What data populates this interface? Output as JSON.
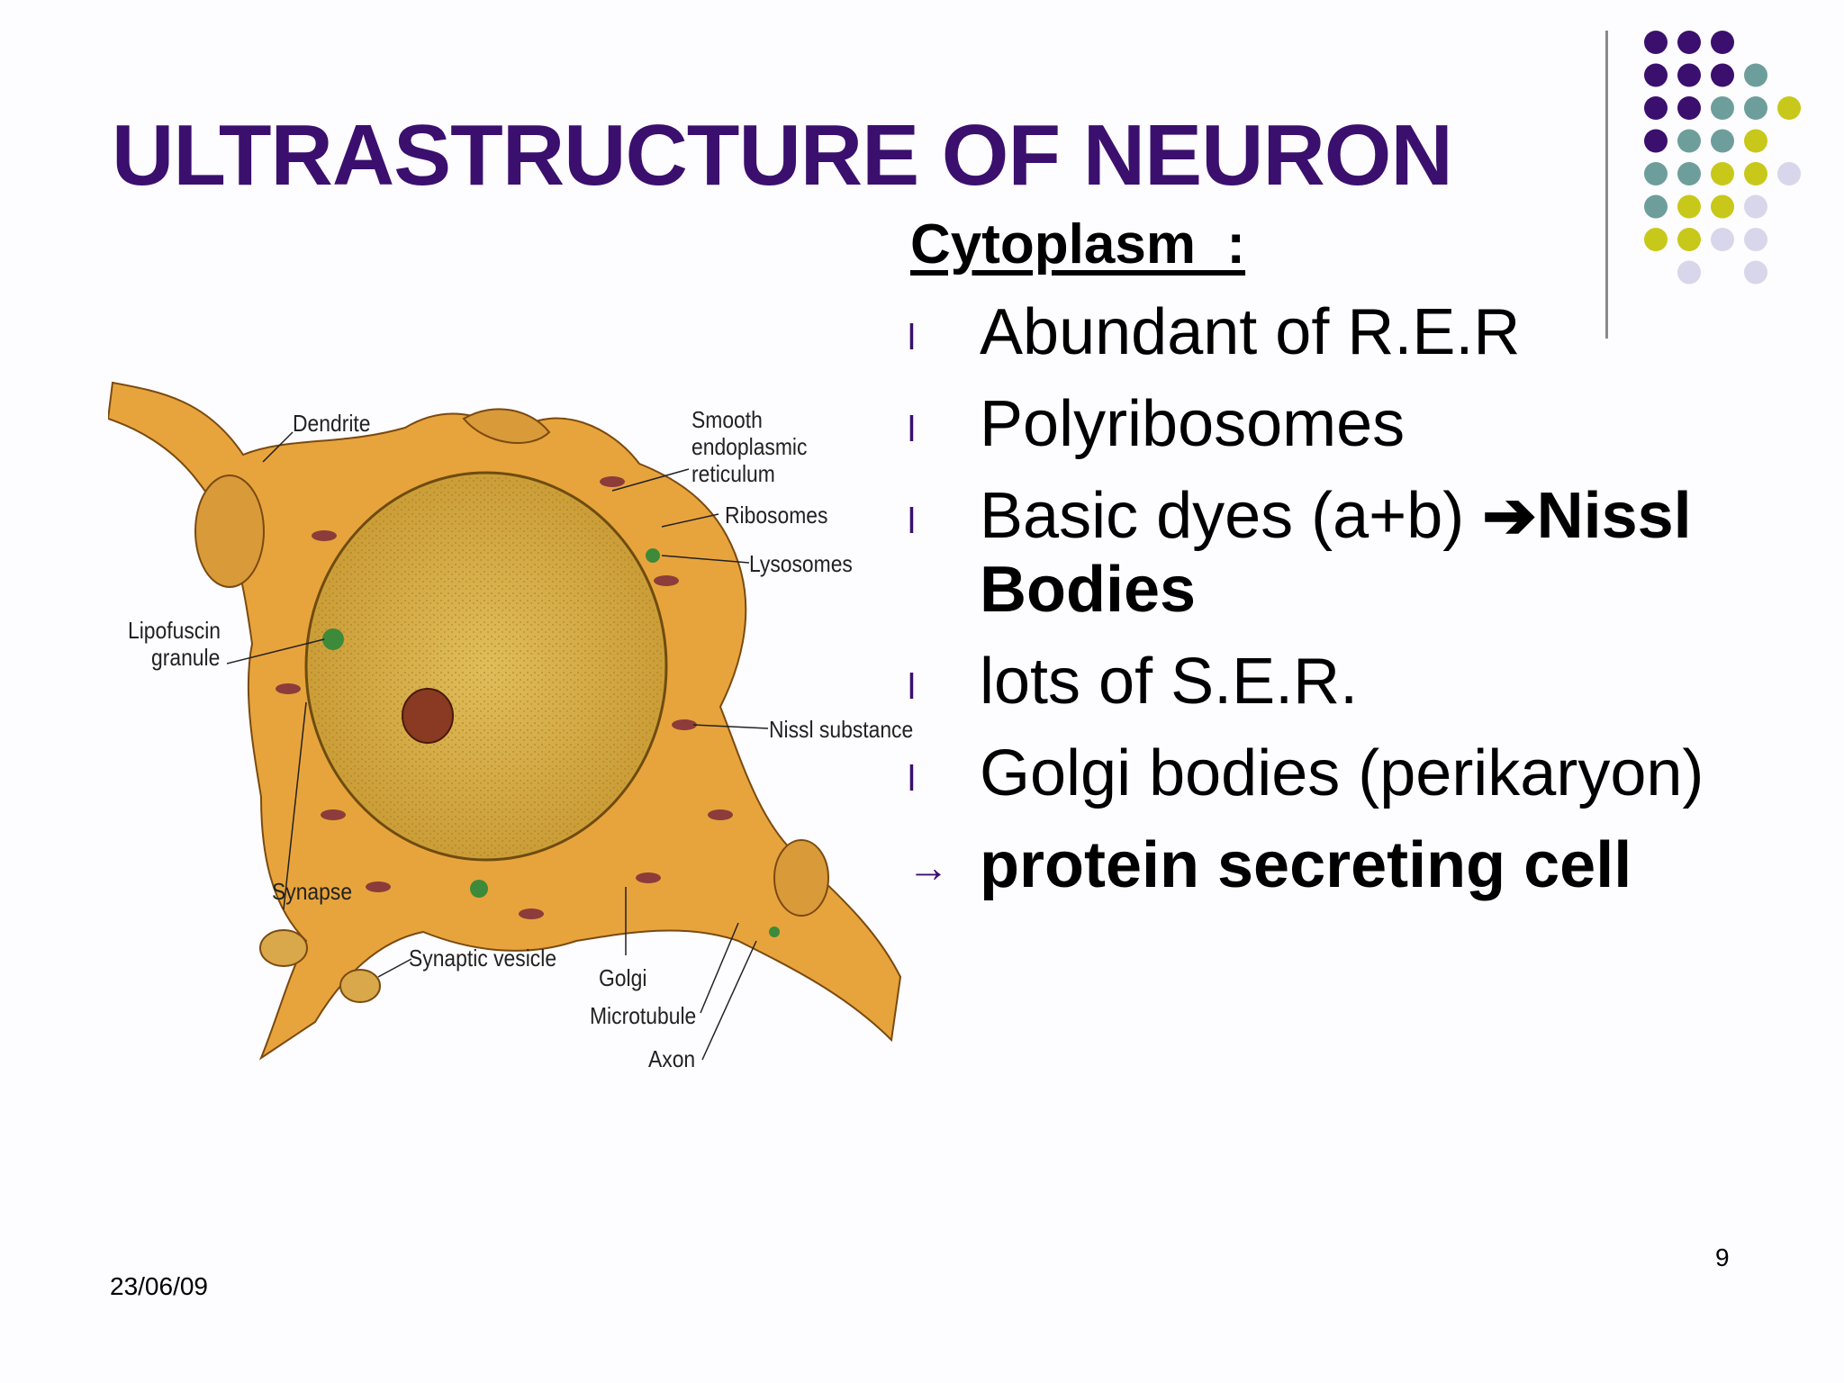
{
  "slide": {
    "title": "ULTRASTRUCTURE OF NEURON",
    "subheading": "Cytoplasm  :",
    "bullets": [
      {
        "marker": "l",
        "text": "Abundant of R.E.R"
      },
      {
        "marker": "l",
        "text": "Polyribosomes"
      },
      {
        "marker": "l",
        "text_plain": "Basic dyes (a+b) ",
        "arrow": "➔",
        "text_bold": "Nissl Bodies"
      },
      {
        "marker": "l",
        "text": "lots of S.E.R."
      },
      {
        "marker": "l",
        "text": "Golgi bodies (perikaryon)"
      },
      {
        "marker": "→",
        "text": "protein secreting cell"
      }
    ],
    "figure_labels": {
      "dendrite": "Dendrite",
      "smooth_er_1": "Smooth",
      "smooth_er_2": "endoplasmic",
      "smooth_er_3": "reticulum",
      "ribosomes": "Ribosomes",
      "lysosomes": "Lysosomes",
      "lipofuscin_1": "Lipofuscin",
      "lipofuscin_2": "granule",
      "nissl": "Nissl substance",
      "synapse": "Synapse",
      "synaptic_vesicle": "Synaptic vesicle",
      "golgi": "Golgi",
      "microtubule": "Microtubule",
      "axon": "Axon"
    },
    "date": "23/06/09",
    "page_number": "9"
  },
  "colors": {
    "title": "#3b0f6e",
    "dot_purple": "#3b0f6e",
    "dot_teal": "#6e9e9c",
    "dot_olive": "#c8c81a",
    "dot_lavender": "#d8d6ea",
    "cell_body": "#e8a43c",
    "nucleus": "#d9b24a"
  }
}
